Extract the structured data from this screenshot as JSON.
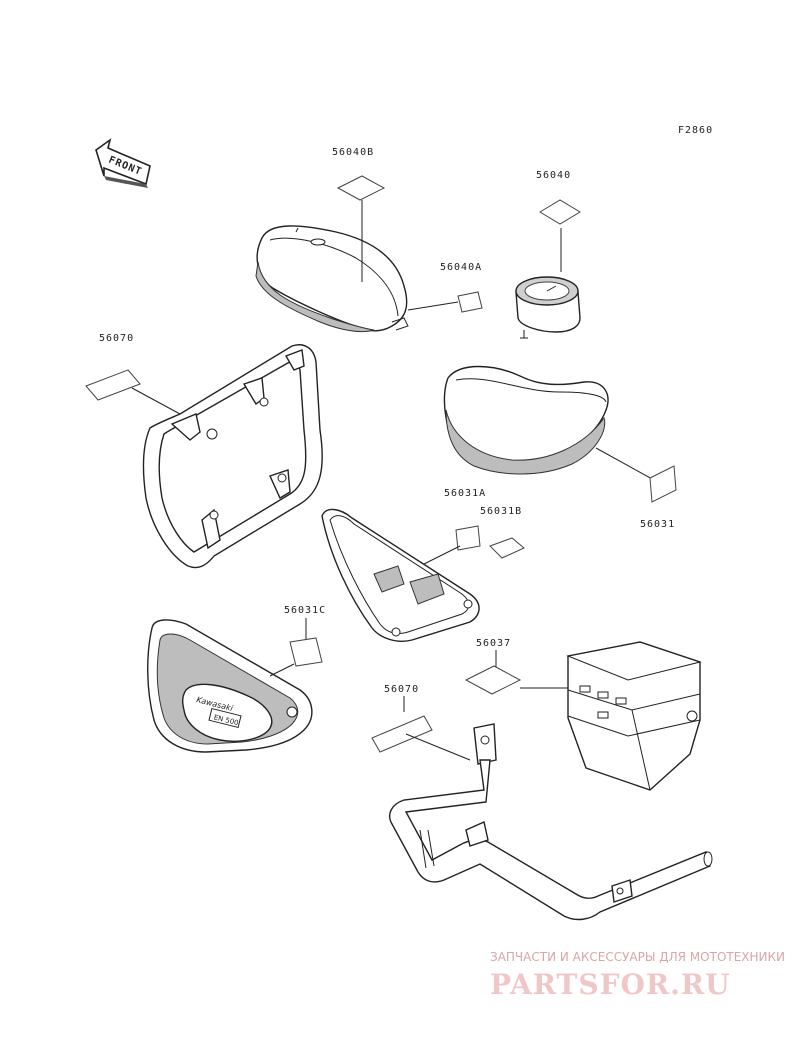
{
  "diagram_code": "F2860",
  "front_label": "FRONT",
  "parts": {
    "p56040B": "56040B",
    "p56040": "56040",
    "p56040A": "56040A",
    "p56070_top": "56070",
    "p56031": "56031",
    "p56031A": "56031A",
    "p56031B": "56031B",
    "p56031C": "56031C",
    "p56037": "56037",
    "p56070_bottom": "56070"
  },
  "badge_text": {
    "brand": "Kawasaki",
    "model": "EN 500"
  },
  "watermark": {
    "tagline": "ЗАПЧАСТИ И АКСЕССУАРЫ ДЛЯ МОТОТЕХНИКИ",
    "site": "PARTSFOR.RU"
  },
  "colors": {
    "line": "#222222",
    "watermark": "#e8b8b8"
  }
}
